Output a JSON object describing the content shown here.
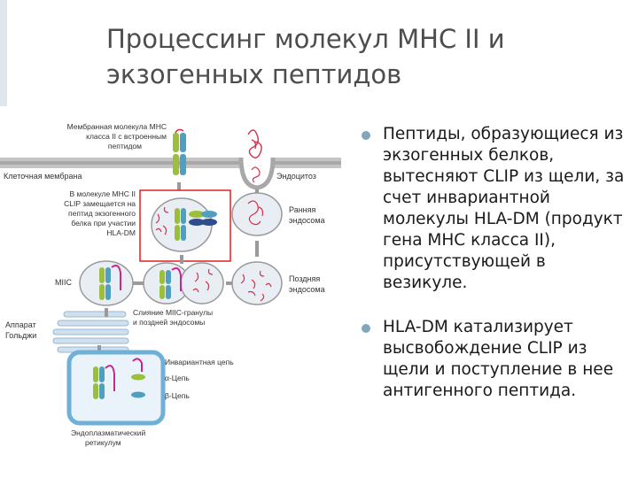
{
  "title": {
    "line1": "Процессинг молекул MHC II и",
    "line2": "экзогенных пептидов"
  },
  "bullets": [
    "Пептиды, образующиеся из экзогенных белков, вытесняют CLIP из щели, за счет инвариантной молекулы HLA-DM (продукт гена MHC класса II), присутствующей в везикуле.",
    "HLA-DM катализирует высвобождение CLIP из щели и поступление в нее антигенного пептида."
  ],
  "diagram": {
    "label_membrane_mhc_1": "Мембранная молекула MHC",
    "label_membrane_mhc_2": "класса II с встроенным",
    "label_membrane_mhc_3": "пептидом",
    "label_cell_membrane": "Клеточная мембрана",
    "label_endocytosis": "Эндоцитоз",
    "label_clip_1": "В молекуле MHC II",
    "label_clip_2": "CLIP замещается на",
    "label_clip_3": "пептид экзогенного",
    "label_clip_4": "белка при участии",
    "label_clip_5": "HLA-DM",
    "label_early_1": "Ранняя",
    "label_early_2": "эндосома",
    "label_miic": "MIIC",
    "label_late_1": "Поздняя",
    "label_late_2": "эндосома",
    "label_golgi_1": "Аппарат",
    "label_golgi_2": "Гольджи",
    "label_fusion_1": "Слияние MIIC-гранулы",
    "label_fusion_2": "и поздней эндосомы",
    "label_invariant": "Инвариантная цепь",
    "label_alpha": "α-Цепь",
    "label_beta": "β-Цепь",
    "label_er_1": "Эндоплазматический",
    "label_er_2": "ретикулум"
  },
  "colors": {
    "membrane": "#bdbdbd",
    "highlight_box": "#e02020",
    "peptide": "#d8304a",
    "invariant_chain": "#c8278f",
    "alpha_chain": "#9bbf3a",
    "beta_chain": "#4f9fc0",
    "hla_dm": "#2d4d8c",
    "vesicle_fill": "#e8eef4",
    "er_stroke": "#6fb0d8",
    "bullet": "#7fa8bf"
  }
}
